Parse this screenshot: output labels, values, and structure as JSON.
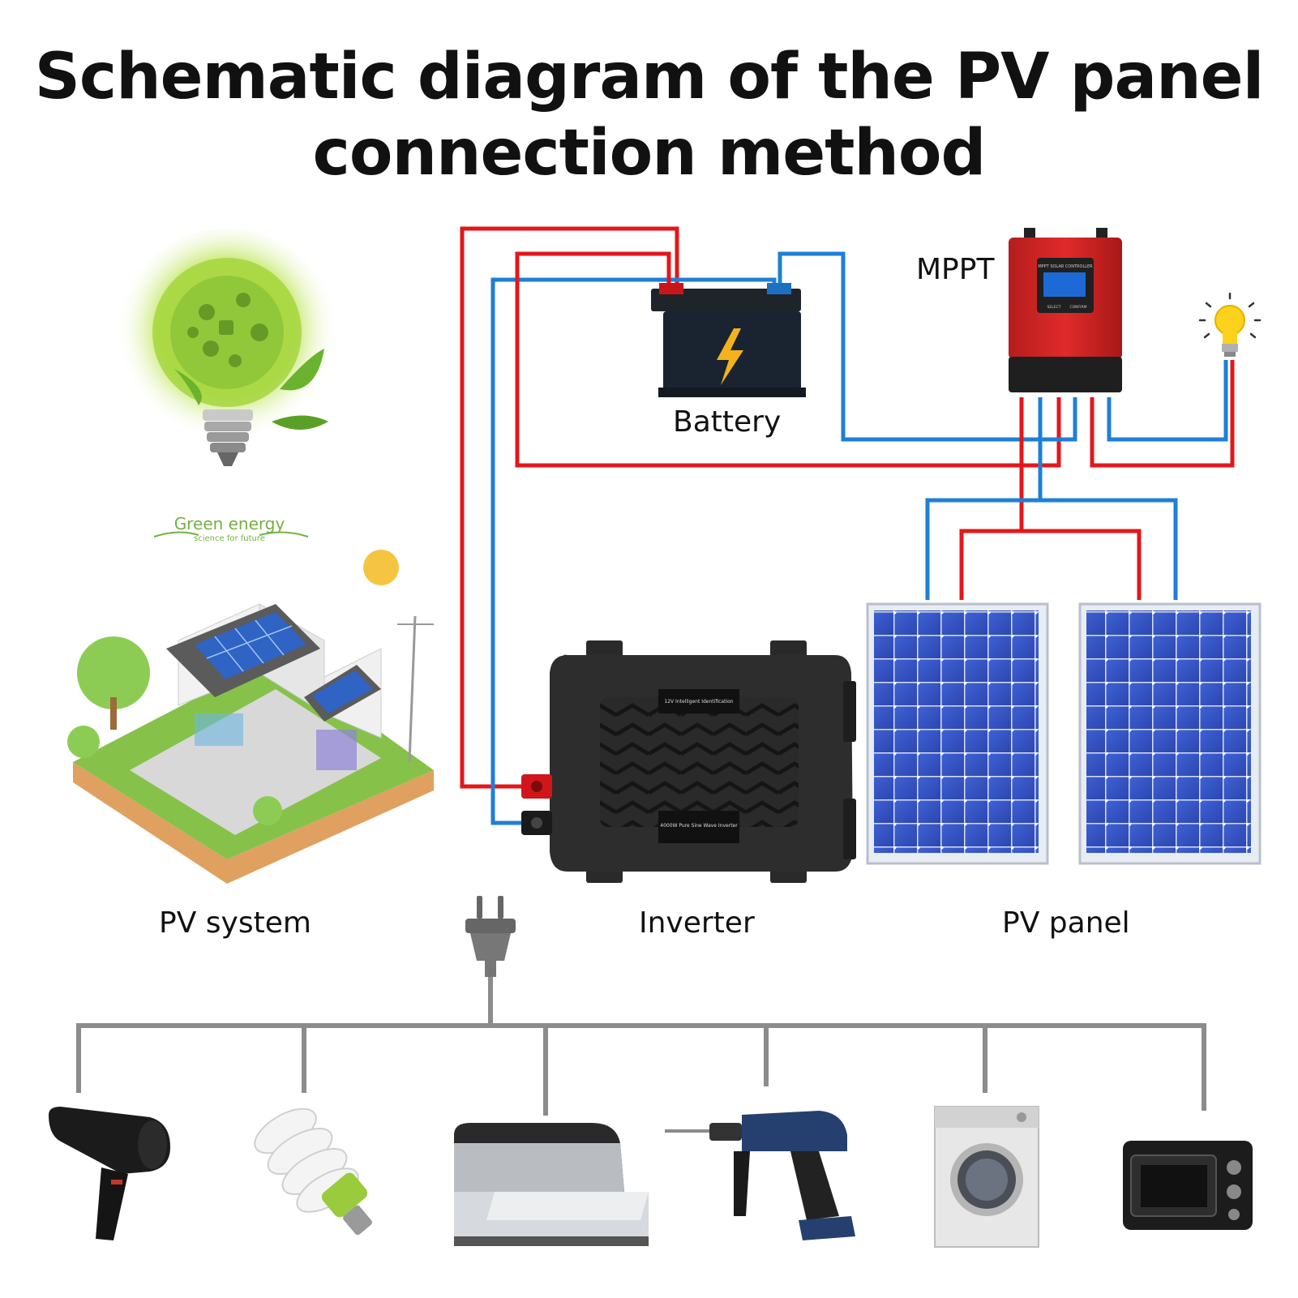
{
  "title": {
    "line1": "Schematic diagram of the PV panel",
    "line2": "connection method"
  },
  "labels": {
    "battery": "Battery",
    "mppt": "MPPT",
    "pv_system": "PV system",
    "inverter": "Inverter",
    "pv_panel": "PV panel"
  },
  "green_energy": {
    "text": "Green energy",
    "subtext": "science for future"
  },
  "device_text": {
    "mppt_screen_header": "MPPT SOLAR CONTROLLER",
    "mppt_select": "SELECT",
    "mppt_confirm": "CONFIRM",
    "inverter_top_label": "12V Intelligent Identification",
    "inverter_bottom_label": "4000W Pure Sine Wave Inverter"
  },
  "colors": {
    "positive_wire": "#e3171b",
    "negative_wire": "#1f7fd6",
    "ac_bus": "#8c8c8c"
  },
  "appliances": [
    "hair-dryer-icon",
    "cfl-bulb-icon",
    "printer-icon",
    "power-drill-icon",
    "washing-machine-icon",
    "microwave-oven-icon"
  ]
}
